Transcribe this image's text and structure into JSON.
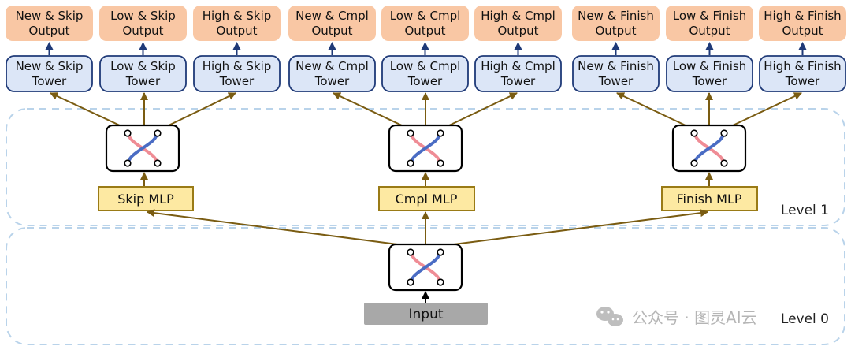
{
  "output_boxes": [
    {
      "line1": "New & Skip",
      "line2": "Output"
    },
    {
      "line1": "Low & Skip",
      "line2": "Output"
    },
    {
      "line1": "High & Skip",
      "line2": "Output"
    },
    {
      "line1": "New & Cmpl",
      "line2": "Output"
    },
    {
      "line1": "Low & Cmpl",
      "line2": "Output"
    },
    {
      "line1": "High & Cmpl",
      "line2": "Output"
    },
    {
      "line1": "New & Finish",
      "line2": "Output"
    },
    {
      "line1": "Low & Finish",
      "line2": "Output"
    },
    {
      "line1": "High & Finish",
      "line2": "Output"
    }
  ],
  "tower_boxes": [
    {
      "line1": "New & Skip",
      "line2": "Tower"
    },
    {
      "line1": "Low & Skip",
      "line2": "Tower"
    },
    {
      "line1": "High & Skip",
      "line2": "Tower"
    },
    {
      "line1": "New & Cmpl",
      "line2": "Tower"
    },
    {
      "line1": "Low & Cmpl",
      "line2": "Tower"
    },
    {
      "line1": "High & Cmpl",
      "line2": "Tower"
    },
    {
      "line1": "New & Finish",
      "line2": "Tower"
    },
    {
      "line1": "Low & Finish",
      "line2": "Tower"
    },
    {
      "line1": "High & Finish",
      "line2": "Tower"
    }
  ],
  "mlp_boxes": [
    "Skip MLP",
    "Cmpl MLP",
    "Finish MLP"
  ],
  "input_label": "Input",
  "level_labels": {
    "level1": "Level 1",
    "level0": "Level 0"
  },
  "watermark": "公众号 · 图灵AI云",
  "colors": {
    "output_fill": "#f9c7a4",
    "tower_fill": "#dce6f7",
    "tower_stroke": "#1f3a78",
    "mlp_fill": "#fde9a2",
    "mlp_stroke": "#9a7b16",
    "input_fill": "#a8a8a8",
    "arrow_brown": "#7a5c12",
    "arrow_navy": "#1f3a78",
    "dash_border": "#b9d3ea",
    "switch_red": "#ef8c95",
    "switch_blue": "#4a6cc4"
  }
}
